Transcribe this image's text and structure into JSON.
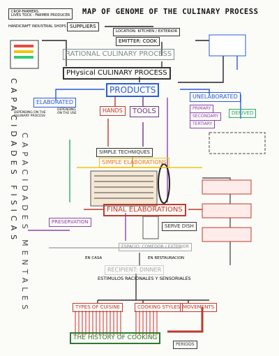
{
  "title": "MAP OF GENOME OF THE CULINARY PROCESS",
  "sources": {
    "crop_label": "CROP-FARMERS",
    "crop_sub": "LIVES TOCK - FARMER PRODUCER",
    "handicraft": "HANDICRAFT INDUSTRIAL SHOPS",
    "suppliers": "SUPPLIERS"
  },
  "top": {
    "location": "LOCATION: KITCHEN / EXTERIOR",
    "emitter": "EMITTER: COOK",
    "rational": "RATIONAL CULINARY PROCESS",
    "physical": "PHysical CULINARY PROCESS",
    "products": "PRODUCTS"
  },
  "product_types": {
    "elaborated": "ELABORATED",
    "unelaborated": "UNELABORATED",
    "depending_process": "DEPENDING ON THE CULINARY PROCESS",
    "depending_use": "DEPENDING ON THE USE",
    "primary": "PRIMARY",
    "secondary": "SECONDARY",
    "tertiary": "TERTIARY",
    "derived": "DERIVED"
  },
  "means": {
    "hands": "HANDS",
    "tools": "TOOLS"
  },
  "techniques": {
    "simple": "SIMPLE TECHNIQUES",
    "simple_elab": "SIMPLE ELABORATIONS",
    "final": "FINAL ELABORATIONS",
    "preservation": "PRESERVATION",
    "serve": "SERVE DISH"
  },
  "space": {
    "espacio": "ESPACIO: COMEDOR / EXTERIOR",
    "en_casa": "EN CASA",
    "en_restauracion": "EN RESTAURACION",
    "recipient": "RECIPIENT: DINNER",
    "estimulos": "ESTIMULOS RACIONALES Y SENSORIALES"
  },
  "history": {
    "types": "TYPES OF CUISINE",
    "styles": "COOKING STYLES",
    "movements": "MOVEMENTS",
    "history": "THE HISTORY OF COOKING",
    "periods": "PERIODS"
  },
  "side_left": "CAPACIDADES FISICAS",
  "side_right": "CAPACIDADES MENTALES"
}
